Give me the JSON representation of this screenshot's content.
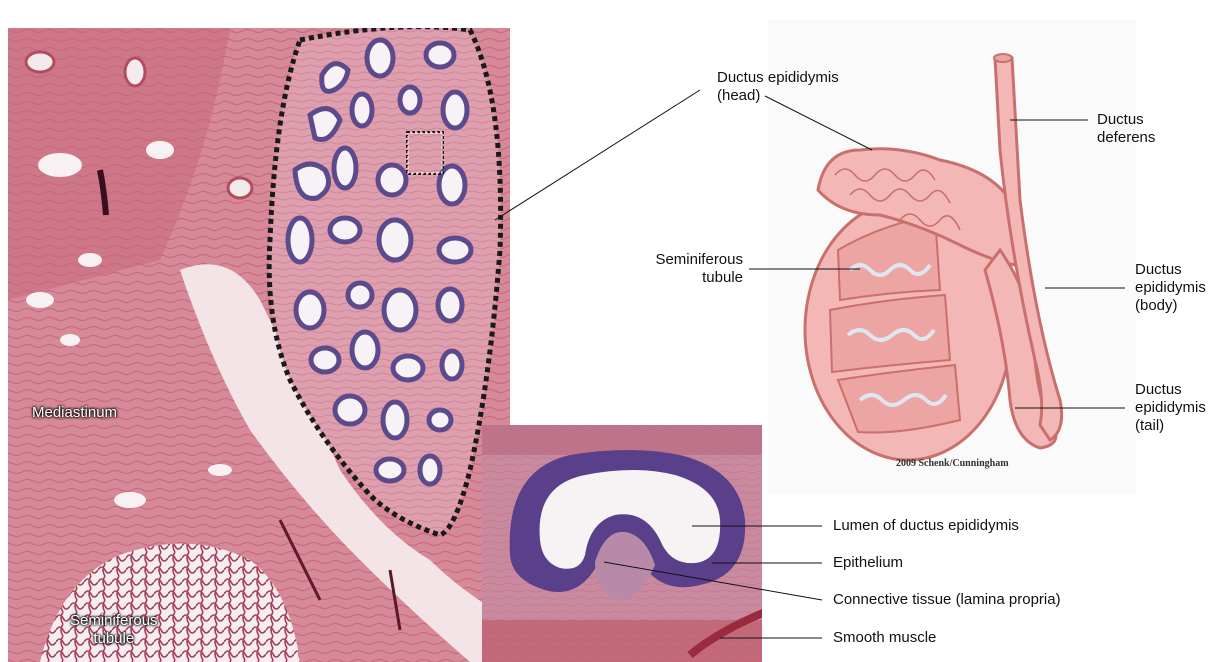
{
  "panels": {
    "histology": {
      "labels": {
        "mediastinum": "Mediastinum",
        "seminiferous_tubule": "Seminiferous\ntubule"
      }
    },
    "detail": {
      "labels": {
        "lumen": "Lumen of ductus epididymis",
        "epithelium": "Epithelium",
        "connective_tissue": "Connective tissue (lamina propria)",
        "smooth_muscle": "Smooth muscle"
      }
    },
    "diagram": {
      "labels": {
        "ductus_epididymis_head": "Ductus epididymis\n(head)",
        "ductus_deferens": "Ductus\ndeferens",
        "seminiferous_tubule": "Seminiferous\ntubule",
        "ductus_epididymis_body": "Ductus\nepididymis\n(body)",
        "ductus_epididymis_tail": "Ductus\nepididymis\n(tail)"
      },
      "credit": "2009 Schenk/Cunningham"
    }
  },
  "colors": {
    "tissue_pink": "#d98a98",
    "tissue_dark": "#b5475f",
    "epithelium_purple": "#5a3f8a",
    "lumen": "#f7f3f5",
    "diagram_fill": "#f3b8b5",
    "diagram_stroke": "#c9706e"
  }
}
